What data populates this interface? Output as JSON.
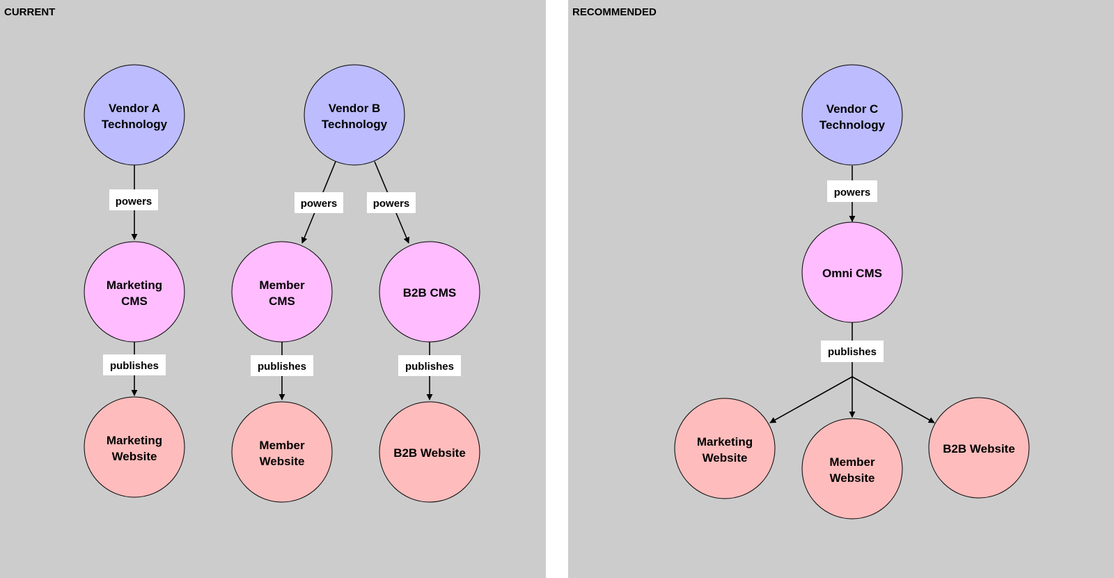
{
  "current": {
    "title": "CURRENT",
    "nodes": {
      "vendor_a": [
        "Vendor A",
        "Technology"
      ],
      "vendor_b": [
        "Vendor B",
        "Technology"
      ],
      "marketing_cms": [
        "Marketing",
        "CMS"
      ],
      "member_cms": [
        "Member",
        "CMS"
      ],
      "b2b_cms": [
        "B2B CMS"
      ],
      "marketing_website": [
        "Marketing",
        "Website"
      ],
      "member_website": [
        "Member",
        "Website"
      ],
      "b2b_website": [
        "B2B Website"
      ]
    },
    "edge_labels": {
      "vendor_a_powers": "powers",
      "vendor_b_powers_member": "powers",
      "vendor_b_powers_b2b": "powers",
      "marketing_publishes": "publishes",
      "member_publishes": "publishes",
      "b2b_publishes": "publishes"
    }
  },
  "recommended": {
    "title": "RECOMMENDED",
    "nodes": {
      "vendor_c": [
        "Vendor C",
        "Technology"
      ],
      "omni_cms": [
        "Omni CMS"
      ],
      "marketing_website": [
        "Marketing",
        "Website"
      ],
      "member_website": [
        "Member",
        "Website"
      ],
      "b2b_website": [
        "B2B Website"
      ]
    },
    "edge_labels": {
      "vendor_c_powers": "powers",
      "omni_publishes": "publishes"
    }
  },
  "colors": {
    "panel": "#cccccc",
    "vendor": "#bcbcff",
    "cms": "#ffbcff",
    "website": "#ffbcbc"
  }
}
